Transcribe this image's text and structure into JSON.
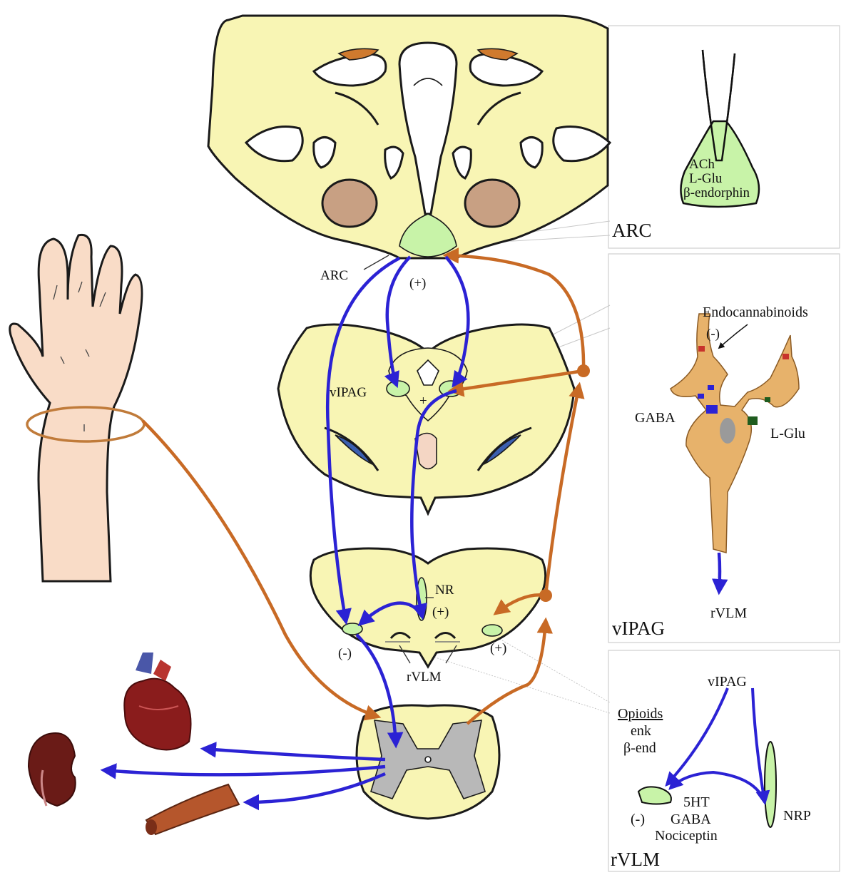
{
  "colors": {
    "tissue_fill": "#f8f5b4",
    "nucleus_fill": "#c8f3a8",
    "neuron_fill": "#e7b26b",
    "efferent_blue": "#2b22d4",
    "afferent_orange": "#c86a25",
    "grey_matter": "#b8b8b8",
    "skin": "#f9dcc7",
    "ventricle_brown": "#c08a6a",
    "orange_structure": "#cf7a2e"
  },
  "icons": [
    "hand-illustration",
    "acupoint-ring",
    "heart-illustration",
    "kidney-illustration",
    "blood-vessel-illustration",
    "electrode-icon"
  ],
  "main": {
    "arc_label": "ARC",
    "arc_plus": "(+)",
    "vipag_label": "vIPAG",
    "vipag_plus": "+",
    "nr_label": "NR",
    "nr_plus": "(+)",
    "rvlm_minus": "(-)",
    "rvlm_plus": "(+)",
    "rvlm_label": "rVLM"
  },
  "panels": {
    "arc": {
      "title": "ARC",
      "lines": [
        "ACh",
        "L-Glu",
        "β-endorphin"
      ]
    },
    "vipag": {
      "title": "vIPAG",
      "endocannabinoids": "Endocannabinoids",
      "minus": "(-)",
      "gaba": "GABA",
      "lglu": "L-Glu",
      "target": "rVLM"
    },
    "rvlm": {
      "title": "rVLM",
      "source": "vIPAG",
      "opioids": "Opioids",
      "enk": "enk",
      "bend": "β-end",
      "minus": "(-)",
      "ht": "5HT",
      "gaba": "GABA",
      "nociceptin": "Nociceptin",
      "nrp": "NRP"
    }
  }
}
